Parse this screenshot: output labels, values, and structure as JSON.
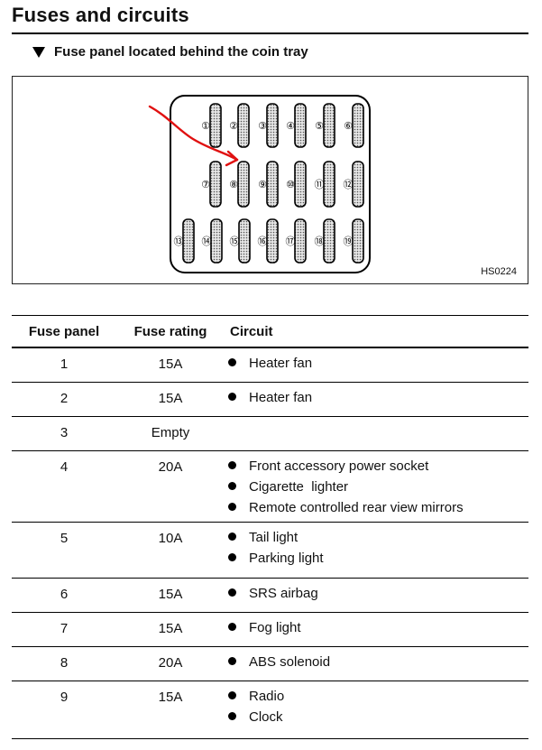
{
  "page": {
    "title": "Fuses and circuits",
    "subtitle": "Fuse panel located behind the coin tray"
  },
  "diagram": {
    "code": "HS0224",
    "fuse_labels": [
      "①",
      "②",
      "③",
      "④",
      "⑤",
      "⑥",
      "⑦",
      "⑧",
      "⑨",
      "⑩",
      "⑪",
      "⑫",
      "⑬",
      "⑭",
      "⑮",
      "⑯",
      "⑰",
      "⑱",
      "⑲"
    ],
    "annotation_color": "#e01010",
    "fuse_fill": "#c8c8c8"
  },
  "table": {
    "headers": {
      "panel": "Fuse panel",
      "rating": "Fuse rating",
      "circuit": "Circuit"
    },
    "rows": [
      {
        "panel": "1",
        "rating": "15A",
        "circuits": [
          "Heater fan"
        ]
      },
      {
        "panel": "2",
        "rating": "15A",
        "circuits": [
          "Heater fan"
        ]
      },
      {
        "panel": "3",
        "rating": "Empty",
        "circuits": []
      },
      {
        "panel": "4",
        "rating": "20A",
        "circuits": [
          "Front accessory power socket",
          "Cigarette  lighter",
          "Remote controlled rear view mirrors"
        ]
      },
      {
        "panel": "5",
        "rating": "10A",
        "circuits": [
          "Tail light",
          "Parking light"
        ]
      },
      {
        "panel": "6",
        "rating": "15A",
        "circuits": [
          "SRS airbag"
        ]
      },
      {
        "panel": "7",
        "rating": "15A",
        "circuits": [
          "Fog light"
        ]
      },
      {
        "panel": "8",
        "rating": "20A",
        "circuits": [
          "ABS solenoid"
        ]
      },
      {
        "panel": "9",
        "rating": "15A",
        "circuits": [
          "Radio",
          "Clock"
        ]
      }
    ]
  }
}
